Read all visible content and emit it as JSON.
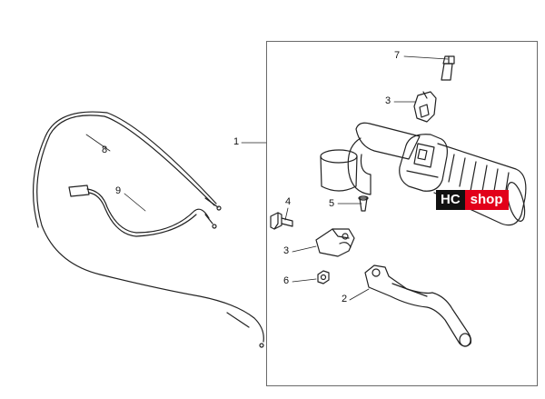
{
  "colors": {
    "line": "#222222",
    "frame": "#6a6a6a",
    "badge_dark": "#111111",
    "badge_red": "#e2001a"
  },
  "callouts": {
    "c1": "1",
    "c2": "2",
    "c3a": "3",
    "c3b": "3",
    "c4": "4",
    "c5": "5",
    "c6": "6",
    "c7": "7",
    "c8": "8",
    "c9": "9"
  },
  "badge": {
    "left": "HC",
    "right": "shop"
  }
}
